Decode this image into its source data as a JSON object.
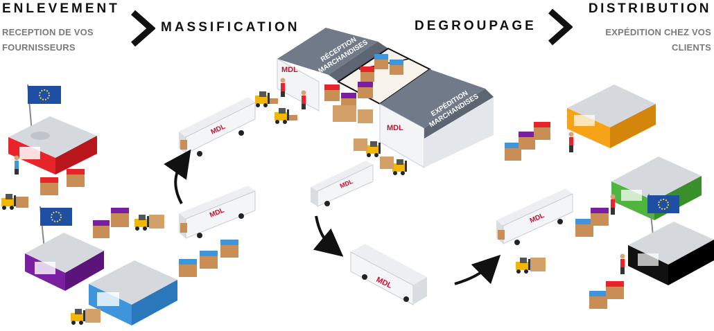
{
  "stages": {
    "enlevement": {
      "title": "ENLEVEMENT",
      "subtitle_line1": "RECEPTION DE VOS",
      "subtitle_line2": "FOURNISSEURS"
    },
    "massification": {
      "title": "MASSIFICATION"
    },
    "degroupage": {
      "title": "DEGROUPAGE"
    },
    "distribution": {
      "title": "DISTRIBUTION",
      "subtitle_line1": "EXPÉDITION CHEZ VOS",
      "subtitle_line2": "CLIENTS"
    }
  },
  "hub": {
    "reception_line1": "RÉCEPTION",
    "reception_line2": "MARCHANDISES",
    "expedition_line1": "EXPÉDITION",
    "expedition_line2": "MARCHANDISES",
    "logo": "MDL"
  },
  "truck_logo": "MDL",
  "colors": {
    "supplier_red": "#e8242b",
    "supplier_purple": "#7a1fa2",
    "supplier_blue": "#3f95db",
    "client_orange": "#f6a318",
    "client_green": "#4fb53f",
    "client_black": "#111111",
    "roof": "#6e7684",
    "pallet": "#c98e55",
    "eu_flag": "#1f4fa3",
    "forklift": "#f2b705"
  }
}
